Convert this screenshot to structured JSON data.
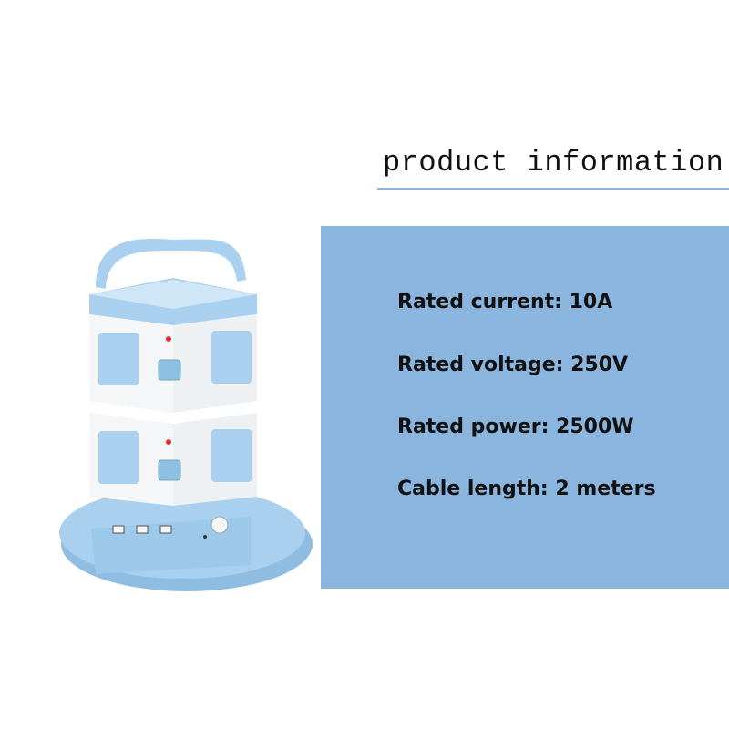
{
  "heading": "product information",
  "specs": [
    "Rated current: 10A",
    "Rated voltage: 250V",
    "Rated power: 2500W",
    "Cable length: 2 meters"
  ],
  "colors": {
    "panel": "#8ab5de",
    "product_blue": "#a9d0ee",
    "product_white": "#f4f6f8",
    "rule": "#8db6df"
  },
  "product_image": {
    "icons": [
      "power-tower-illustration",
      "handle",
      "socket-icon",
      "switch-button",
      "indicator-led",
      "usb-port-icon",
      "knob"
    ]
  }
}
